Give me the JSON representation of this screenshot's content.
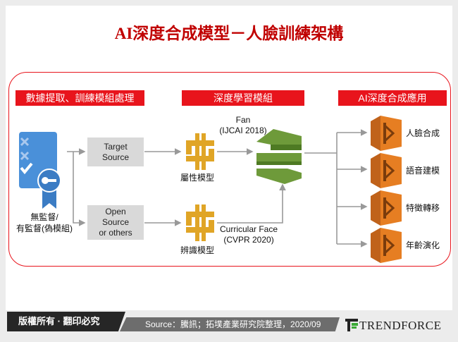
{
  "title": "AI深度合成模型－人臉訓練架構",
  "headers": [
    "數據提取、訓練模組處理",
    "深度學習模組",
    "AI深度合成應用"
  ],
  "data_source_label": [
    "無監督/",
    "有監督(偽模組)"
  ],
  "boxes": [
    {
      "lines": [
        "Target",
        "Source"
      ]
    },
    {
      "lines": [
        "Open",
        "Source",
        "or others"
      ]
    }
  ],
  "models": [
    "屬性模型",
    "辨識模型"
  ],
  "fan_label": [
    "Fan",
    "(IJCAI 2018)"
  ],
  "curricular_label": [
    "Curricular Face",
    "(CVPR 2020)"
  ],
  "applications": [
    "人臉合成",
    "語音建模",
    "特徵轉移",
    "年齡演化"
  ],
  "footer": {
    "copyright": "版權所有 · 翻印必究",
    "source": "Source：騰訊；拓墣產業研究院整理，2020/09",
    "brand": "TRENDFORCE"
  },
  "colors": {
    "accent": "#e8141c",
    "title": "#c00000",
    "gold": "#e0a526",
    "green": "#6e9a3a",
    "orange": "#e67e22",
    "doc_blue": "#4a90d9"
  }
}
